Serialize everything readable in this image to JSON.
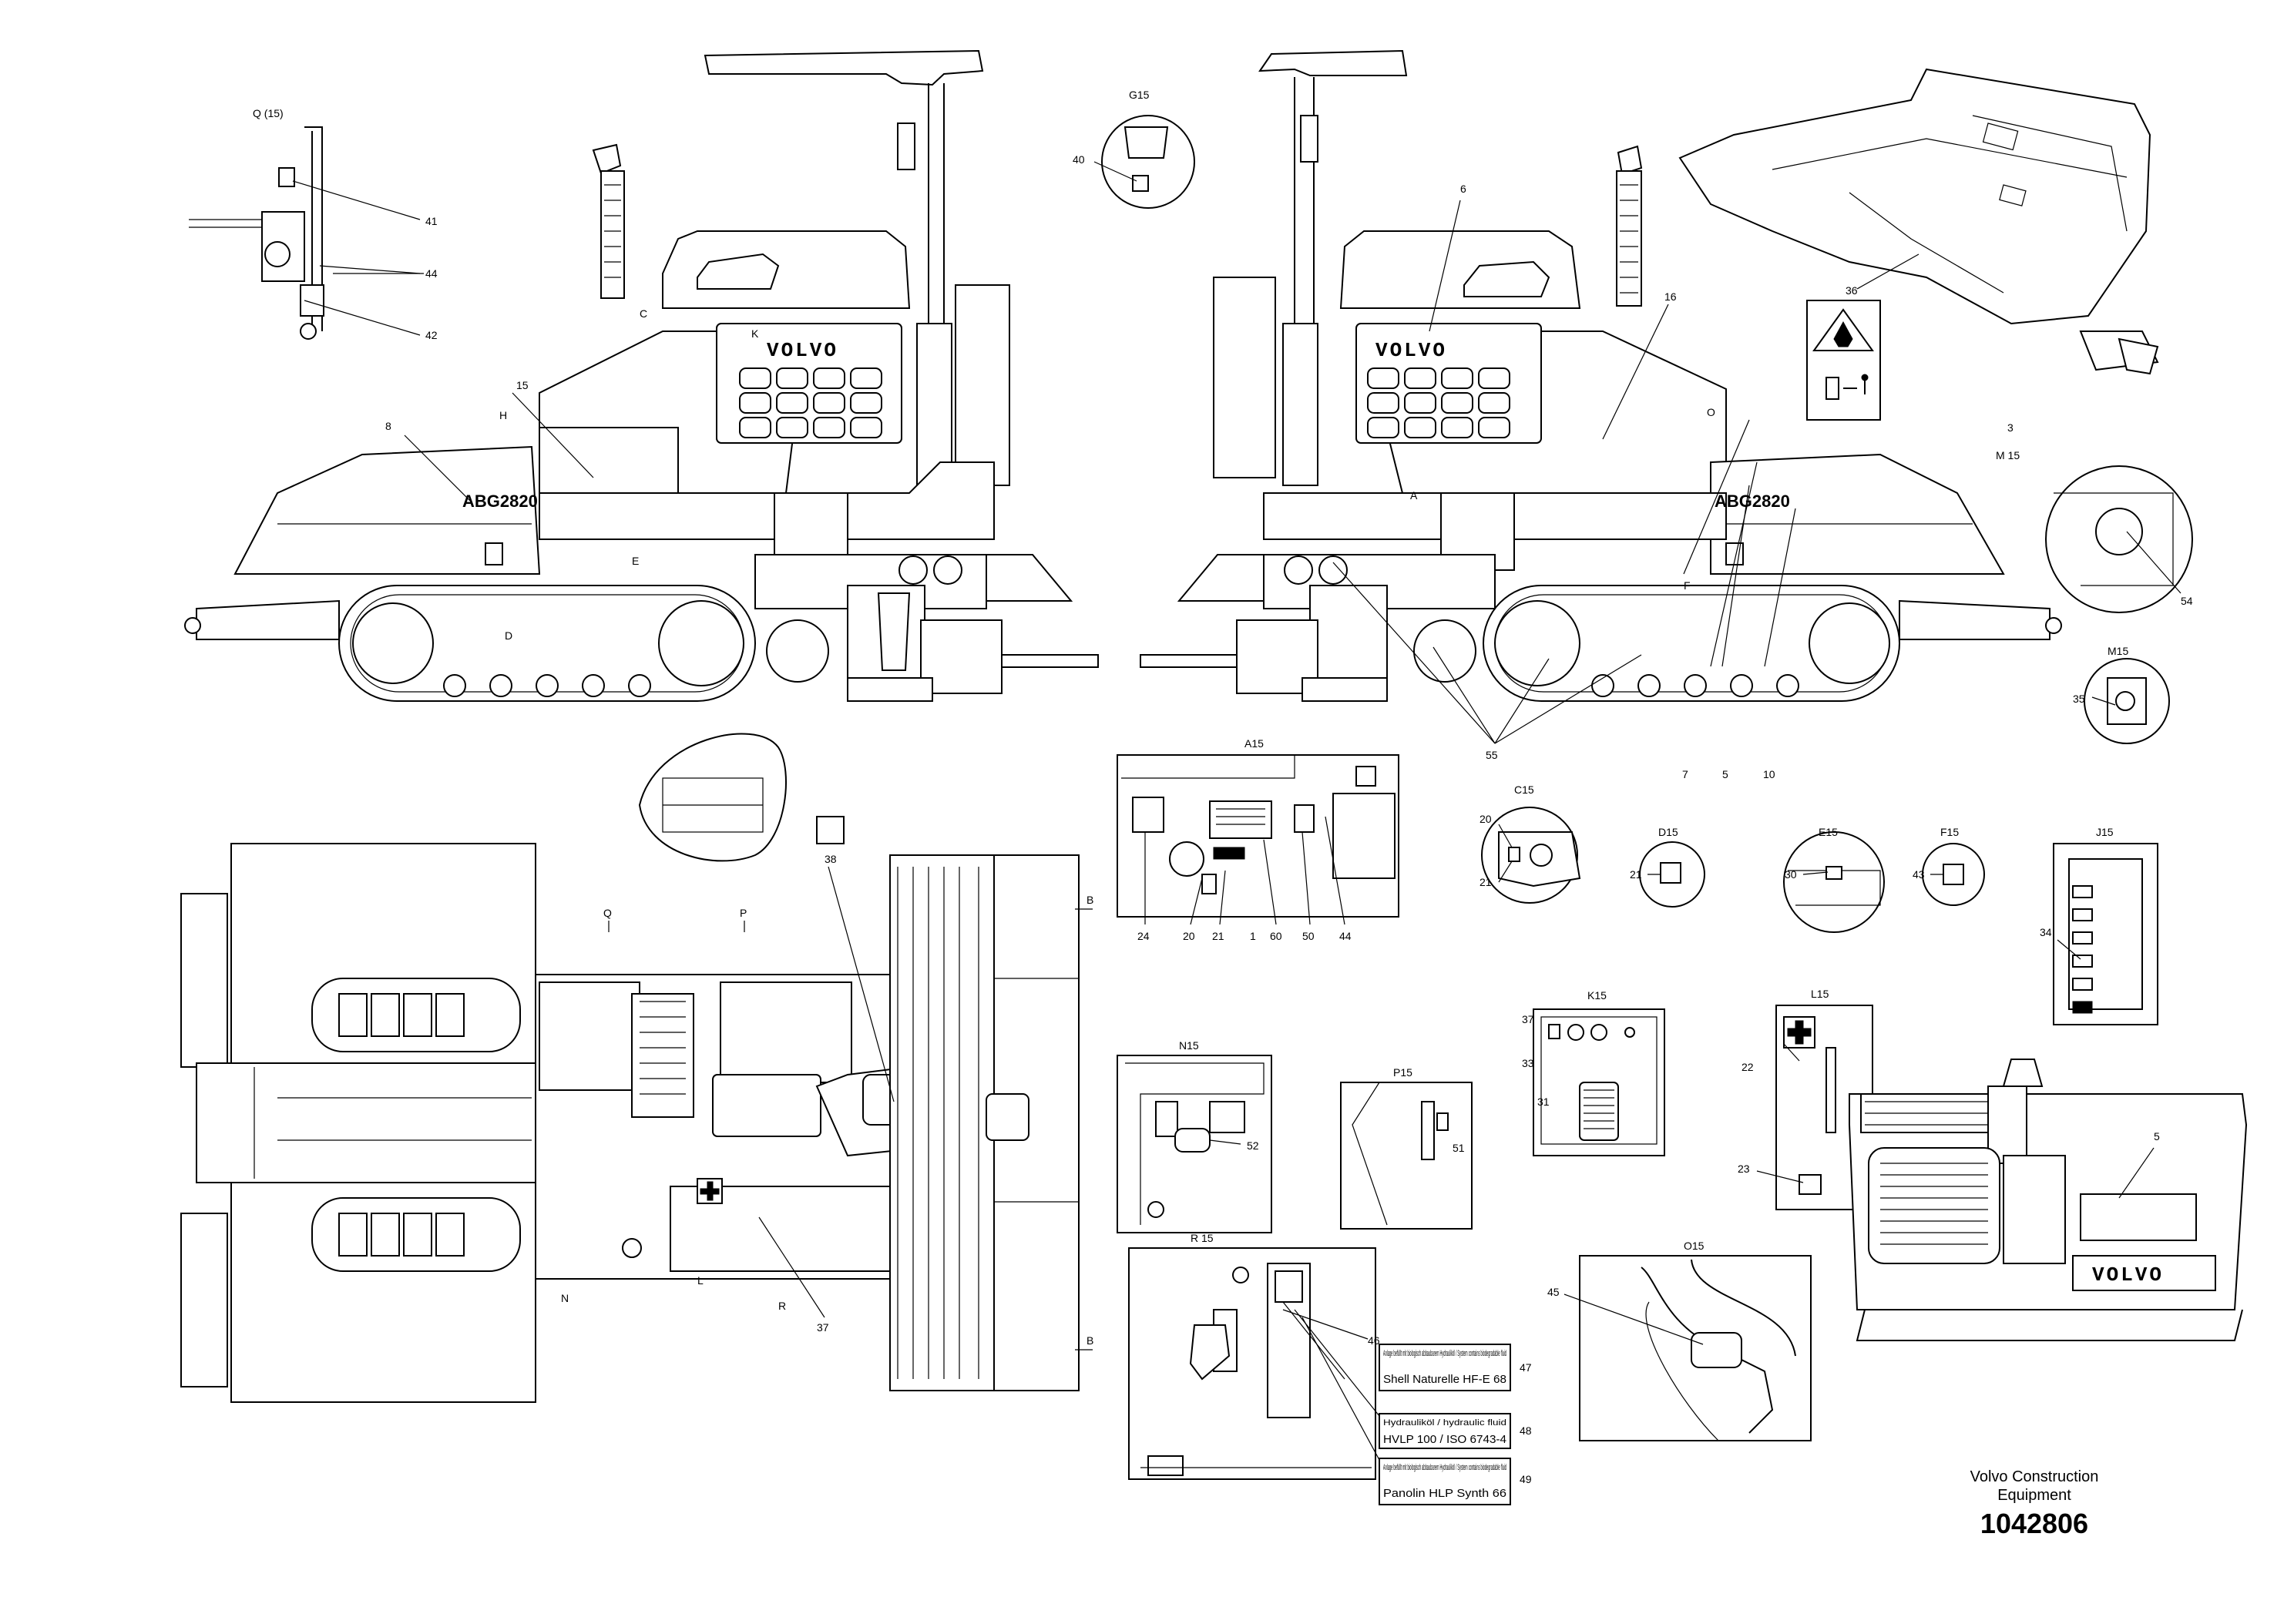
{
  "brand": "VOLVO",
  "model_decal": "ABG2820",
  "footer": {
    "company_line1": "Volvo Construction",
    "company_line2": "Equipment",
    "doc_number": "1042806"
  },
  "views": {
    "A": "A15",
    "C": "C15",
    "D": "D15",
    "E": "E15",
    "F": "F15",
    "G": "G15",
    "J": "J15",
    "K": "K15",
    "L": "L15",
    "M": "M 15",
    "M2": "M15",
    "N": "N15",
    "O": "O15",
    "P": "P15",
    "Q": "Q (15)",
    "R": "R 15"
  },
  "section_marks": {
    "B1": "B",
    "B2": "B",
    "Q": "Q",
    "P": "P",
    "N": "N",
    "R": "R",
    "L": "L",
    "A": "A",
    "C": "C",
    "D": "D",
    "E": "E",
    "F": "F",
    "H": "H",
    "K": "K",
    "O": "O"
  },
  "callouts": {
    "c1": "1",
    "c3": "3",
    "c5": "5",
    "c5b": "5",
    "c6": "6",
    "c7": "7",
    "c8": "8",
    "c10": "10",
    "c15": "15",
    "c16": "16",
    "c20": "20",
    "c20b": "20",
    "c21": "21",
    "c21b": "21",
    "c21c": "21",
    "c22": "22",
    "c23": "23",
    "c24": "24",
    "c30": "30",
    "c31": "31",
    "c33": "33",
    "c34": "34",
    "c35": "35",
    "c36": "36",
    "c37": "37",
    "c37b": "37",
    "c38": "38",
    "c40": "40",
    "c41": "41",
    "c42": "42",
    "c43": "43",
    "c44": "44",
    "c44b": "44",
    "c45": "45",
    "c46": "46",
    "c47": "47",
    "c48": "48",
    "c49": "49",
    "c50": "50",
    "c51": "51",
    "c52": "52",
    "c54": "54",
    "c55": "55",
    "c60": "60"
  },
  "fluid_labels": {
    "l1_small": "Anlage befüllt mit biologisch abbaubarem Hydrauliköl / System contains biodegradable fluid",
    "l1_big": "Shell Naturelle HF-E 68",
    "l2_small": "Hydrauliköl / hydraulic fluid",
    "l2_big": "HVLP 100 / ISO 6743-4",
    "l3_small": "Anlage befüllt mit biologisch abbaubarem Hydrauliköl / System contains biodegradable fluid",
    "l3_big": "Panolin HLP Synth 66"
  }
}
